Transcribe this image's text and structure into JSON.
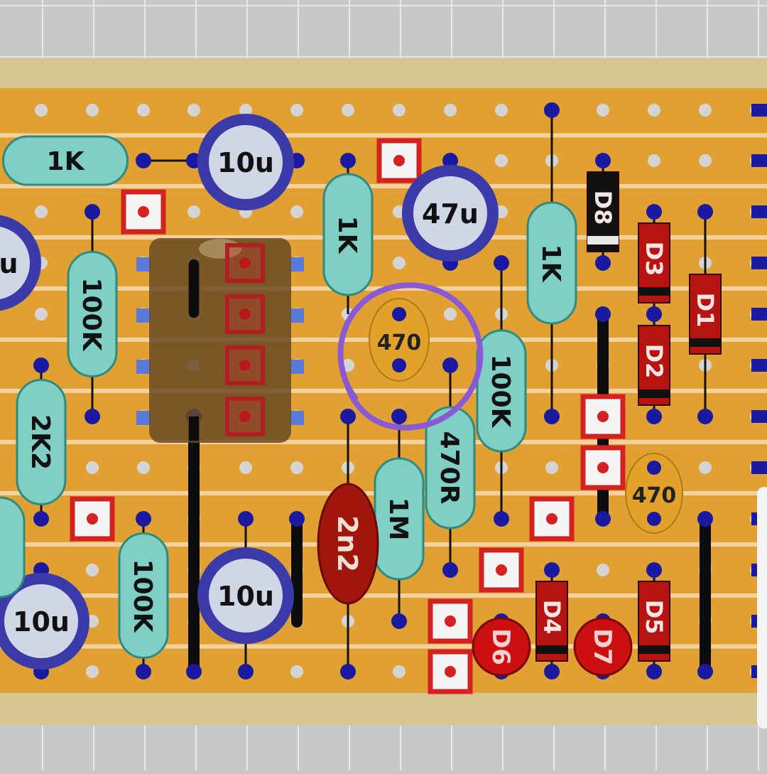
{
  "colors": {
    "background": "#c8c8c8",
    "grid_line": "#e6e6e6",
    "board_edge": "#d8c48e",
    "board": "#e0a032",
    "strip": "#f3d2a0",
    "hole": "#d4d4d4",
    "pin": "#1a1aa0",
    "jumper": "#0c0c0c",
    "resistor": "#7fcfc4",
    "resistor_outline": "#2f8a80",
    "cap_ring": "#3a3aa8",
    "cap_face": "#cfd6e6",
    "film_cap": "#a0150c",
    "ceramic_cap": "#e2a12a",
    "diode": "#b8140f",
    "diode_dark": "#111111",
    "pad_red": "#d42222",
    "ic_body": "#6a4a24",
    "annotation": "#8a5ad6"
  },
  "labels": {
    "resistor_1k_left": "1K",
    "resistor_1k_mid": "1K",
    "resistor_1k_right": "1K",
    "resistor_100k_left": "100K",
    "resistor_100k_mid": "100K",
    "resistor_100k_bottom": "100K",
    "resistor_2k2": "2K2",
    "resistor_470r": "470R",
    "resistor_1m": "1M",
    "cap_10u_top": "10u",
    "cap_47u": "47u",
    "cap_10u_bottom_left": "10u",
    "cap_10u_bottom_mid": "10u",
    "cap_partial_left": "u",
    "cap_2n2": "2n2",
    "ceramic_470_center": "470",
    "ceramic_470_right": "470",
    "diode_d1": "D1",
    "diode_d2": "D2",
    "diode_d3": "D3",
    "diode_d4": "D4",
    "diode_d5": "D5",
    "diode_d6": "D6",
    "diode_d7": "D7",
    "diode_d8": "D8"
  },
  "annotation": {
    "shape": "hand-drawn circle",
    "target": "ceramic_470_center"
  }
}
